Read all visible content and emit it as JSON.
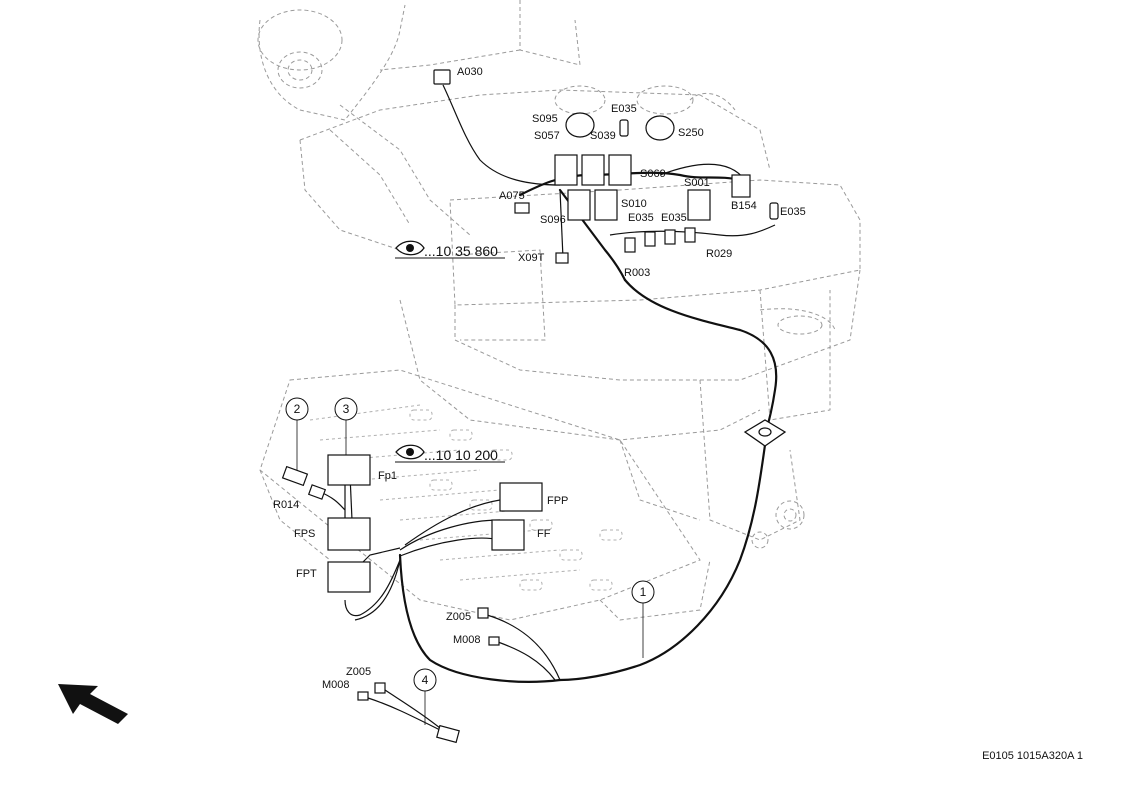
{
  "labels": {
    "a030": "A030",
    "s095": "S095",
    "e035_top": "E035",
    "s057": "S057",
    "s039": "S039",
    "s250": "S250",
    "s069": "S069",
    "s001": "S001",
    "a075": "A075",
    "s096": "S096",
    "s010": "S010",
    "e035_a": "E035",
    "e035_b": "E035",
    "b154": "B154",
    "e035_right": "E035",
    "r029": "R029",
    "x09t": "X09T",
    "r003": "R003",
    "fp1": "Fp1",
    "r014": "R014",
    "fps": "FPS",
    "fpp": "FPP",
    "ff": "FF",
    "fpt": "FPT",
    "z005_a": "Z005",
    "m008_a": "M008",
    "z005_b": "Z005",
    "m008_b": "M008"
  },
  "references": {
    "ref1": "...10 35 860",
    "ref2": "...10 10 200"
  },
  "callouts": {
    "c1": "1",
    "c2": "2",
    "c3": "3",
    "c4": "4"
  },
  "footer": {
    "drawing_id": "E0105 1015A320A 1"
  }
}
